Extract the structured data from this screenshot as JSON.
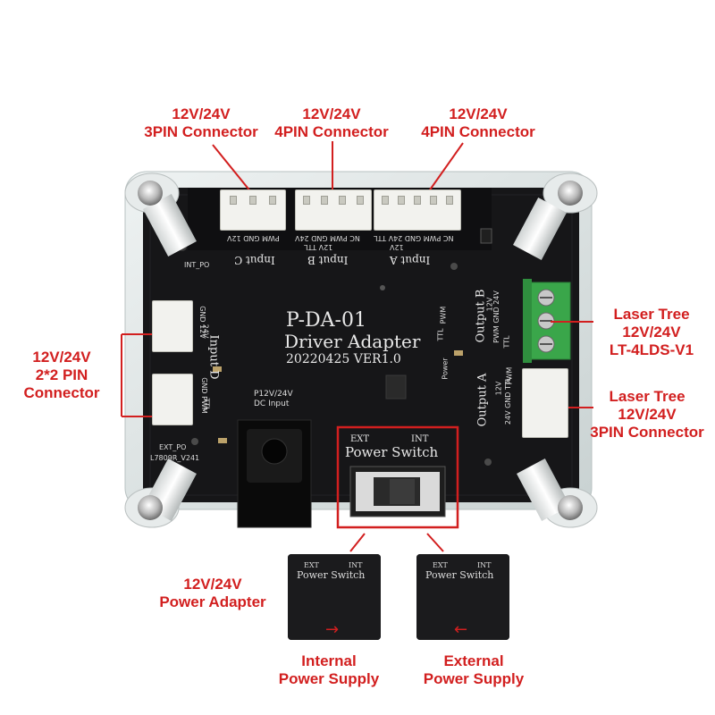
{
  "callouts": {
    "top_left": [
      "12V/24V",
      "3PIN Connector"
    ],
    "top_mid": [
      "12V/24V",
      "4PIN Connector"
    ],
    "top_right": [
      "12V/24V",
      "4PIN Connector"
    ],
    "left": [
      "12V/24V",
      "2*2 PIN",
      "Connector"
    ],
    "right_top": [
      "Laser Tree",
      "12V/24V",
      "LT-4LDS-V1"
    ],
    "right_bottom": [
      "Laser Tree",
      "12V/24V",
      "3PIN Connector"
    ],
    "power_adapter": [
      "12V/24V",
      "Power Adapter"
    ],
    "internal_supply": [
      "Internal",
      "Power Supply"
    ],
    "external_supply": [
      "External",
      "Power Supply"
    ]
  },
  "board": {
    "model": "P-DA-01",
    "name": "Driver Adapter",
    "version": "20220425 VER1.0",
    "input_b": "Input  B",
    "input_a": "Input  A",
    "input_c": "Input  C",
    "input_d": "Input  D",
    "output_a": "Output  A",
    "output_b": "Output  B",
    "int_po": "INT_PO",
    "ext_po": "EXT_PO",
    "part_no": "L7809R_V241",
    "dc_input": [
      "P12V/24V",
      "DC Input"
    ],
    "pin_c": "PWM  GND  12V",
    "pin_b": "NC  PWM  GND  24V",
    "pin_b2": "12V  TTL",
    "pin_a": "NC  PWM  GND  24V  TTL",
    "pin_a2": "12V",
    "led_labels": [
      "PWM",
      "TTL",
      "Power"
    ],
    "out_b_pins": [
      "12V",
      "PWM  GND  24V",
      "TTL"
    ],
    "out_a_pins": [
      "12V",
      "24V  GND  TTL",
      "PWM"
    ],
    "in_d_top": [
      "GND  12V",
      "24V"
    ],
    "in_d_bottom": [
      "GND  PWM",
      "TTL"
    ]
  },
  "switch": {
    "ext": "EXT",
    "int": "INT",
    "title": "Power  Switch"
  },
  "arrows": {
    "internal": "→",
    "external": "←"
  },
  "colors": {
    "callout_red": "#d21f1f",
    "pcb_black": "#161618",
    "terminal_green": "#3aa64a"
  }
}
